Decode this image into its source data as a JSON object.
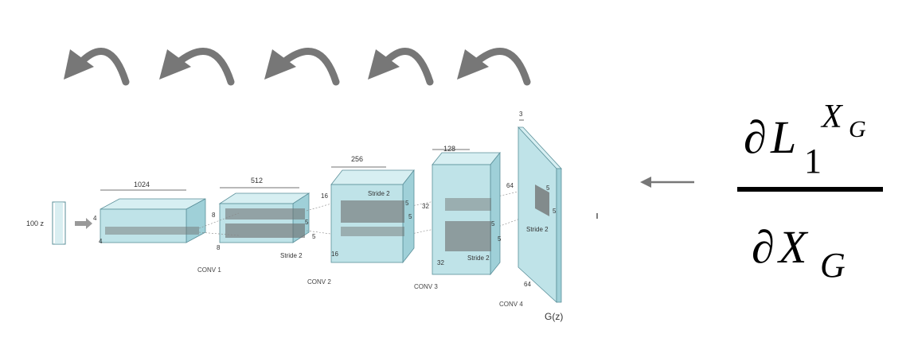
{
  "colors": {
    "block_front": "#bfe3e8",
    "block_top": "#d7eff2",
    "block_side": "#9fd0d8",
    "block_edge": "#5a8f99",
    "kernel": "#6d6d6d",
    "arrow": "#777777"
  },
  "input": {
    "label": "100 z"
  },
  "layers": [
    {
      "label": "CONV 1",
      "depth_label": "1024",
      "height_label": "4",
      "width_label": "4",
      "in_label": "8",
      "in_label2": "8",
      "stride": ""
    },
    {
      "label": "CONV 2",
      "depth_label": "512",
      "height_label": "8",
      "width_label": "8",
      "in_label": "16",
      "in_label2": "16",
      "stride": "Stride 2"
    },
    {
      "label": "CONV 3",
      "depth_label": "256",
      "height_label": "16",
      "width_label": "16",
      "in_label": "32",
      "in_label2": "32",
      "stride": "Stride 2"
    },
    {
      "label": "CONV 4",
      "depth_label": "128",
      "height_label": "32",
      "width_label": "32",
      "in_label": "64",
      "in_label2": "64",
      "stride": "Stride 2"
    }
  ],
  "output": {
    "depth_label": "3",
    "side_label": "64",
    "bottom_label": "64",
    "stride": "Stride 2",
    "label": "G(z)"
  },
  "kernel_labels": {
    "k": "5"
  },
  "math": {
    "partial": "∂",
    "numerator_letter": "L",
    "numerator_sub": "1",
    "numerator_sup_letter": "X",
    "numerator_sup_sub": "G",
    "denominator_letter": "X",
    "denominator_sub": "G"
  }
}
